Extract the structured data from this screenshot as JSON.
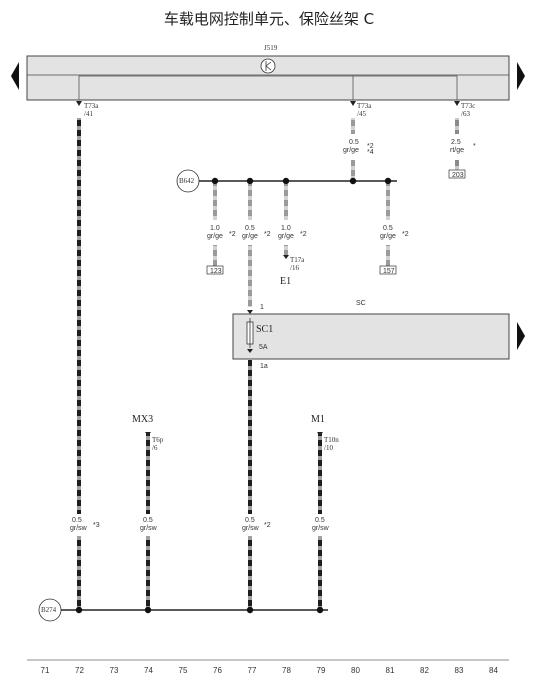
{
  "title": "车载电网控制单元、保险丝架 C",
  "modules": {
    "j519": "J519",
    "sc": "SC",
    "sc1": "SC1",
    "sc1_rating": "5A",
    "mx3": "MX3",
    "m1": "M1",
    "e1": "E1"
  },
  "connectors": {
    "t73a_41": [
      "T73a",
      "/41"
    ],
    "t73a_45": [
      "T73a",
      "/45"
    ],
    "t73c_63": [
      "T73c",
      "/63"
    ],
    "t17a_16": [
      "T17a",
      "/16"
    ],
    "t6p_6": [
      "T6p",
      "/6"
    ],
    "t10n_10": [
      "T10n",
      "/10"
    ],
    "sc_pin_in": "1",
    "sc_pin_out": "1a"
  },
  "nodes": {
    "b642": "B642",
    "b274": "B274"
  },
  "wires": {
    "w80": {
      "size": "0.5",
      "color": "gr/ge",
      "notes": [
        "*2",
        "*4"
      ]
    },
    "w83": {
      "size": "2.5",
      "color": "rt/ge",
      "note": "*"
    },
    "w76": {
      "size": "1.0",
      "color": "gr/ge",
      "note": "*2"
    },
    "w77a": {
      "size": "0.5",
      "color": "gr/ge",
      "note": "*2"
    },
    "w78": {
      "size": "1.0",
      "color": "gr/ge",
      "note": "*2"
    },
    "w81": {
      "size": "0.5",
      "color": "gr/ge",
      "note": "*2"
    },
    "w72": {
      "size": "0.5",
      "color": "gr/sw",
      "note": "*3"
    },
    "w74": {
      "size": "0.5",
      "color": "gr/sw"
    },
    "w77b": {
      "size": "0.5",
      "color": "gr/sw",
      "note": "*2"
    },
    "w79": {
      "size": "0.5",
      "color": "gr/sw"
    }
  },
  "refs": {
    "r203": "203",
    "r123": "123",
    "r157": "157"
  },
  "columns": [
    "71",
    "72",
    "73",
    "74",
    "75",
    "76",
    "77",
    "78",
    "79",
    "80",
    "81",
    "82",
    "83",
    "84"
  ]
}
